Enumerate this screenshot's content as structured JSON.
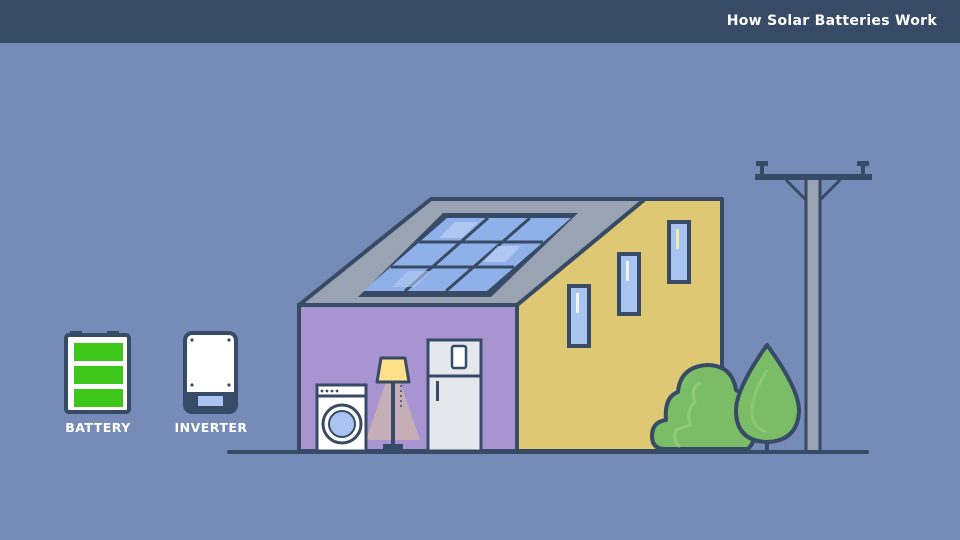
{
  "header": {
    "title": "How Solar Batteries Work"
  },
  "devices": {
    "battery_label": "BATTERY",
    "inverter_label": "INVERTER"
  },
  "colors": {
    "background": "#768bb8",
    "header": "#374a66",
    "outline": "#374a66",
    "battery_green": "#3ec61a",
    "house_purple": "#a894d0",
    "house_yellow": "#dfc873",
    "roof_gray": "#9aa3b2",
    "solar_panel": "#8fb0e8",
    "shrub_green": "#7abd66",
    "tree_green": "#7abd66",
    "pole_gray": "#9aa3b2",
    "lamp_yellow": "#ffe08a"
  }
}
